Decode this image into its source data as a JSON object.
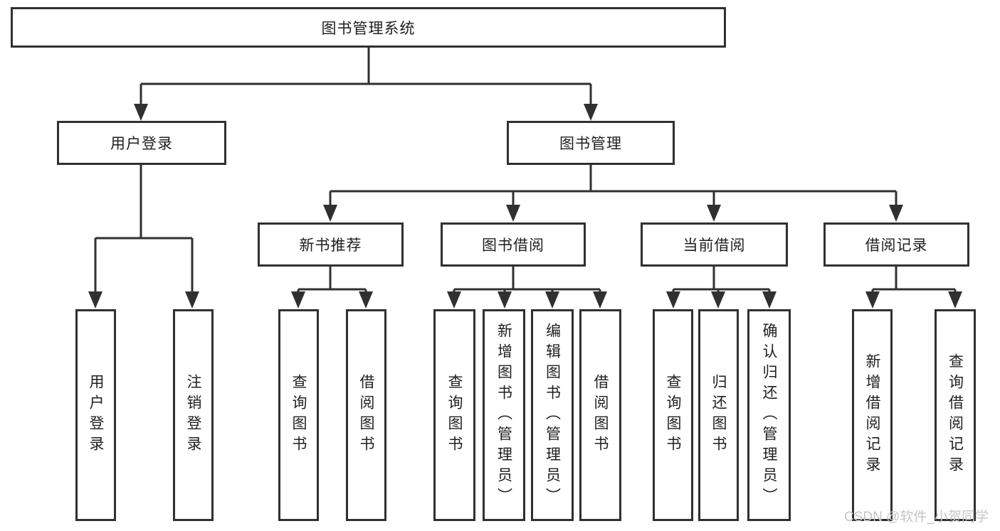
{
  "colors": {
    "line": "#303030",
    "text": "#1f1f1f",
    "watermark": "#c6c6c6",
    "background": "#ffffff"
  },
  "watermark": {
    "text": "CSDN @软件_小贺同学"
  },
  "tree": {
    "root": {
      "label": "图书管理系统"
    },
    "branches": [
      {
        "label": "用户登录",
        "children": [
          {
            "label": "用户登录"
          },
          {
            "label": "注销登录"
          }
        ]
      },
      {
        "label": "图书管理",
        "children": [
          {
            "label": "新书推荐",
            "children": [
              {
                "label": "查询图书"
              },
              {
                "label": "借阅图书"
              }
            ]
          },
          {
            "label": "图书借阅",
            "children": [
              {
                "label": "查询图书"
              },
              {
                "label": "新增图书（管理员）"
              },
              {
                "label": "编辑图书（管理员）"
              },
              {
                "label": "借阅图书"
              }
            ]
          },
          {
            "label": "当前借阅",
            "children": [
              {
                "label": "查询图书"
              },
              {
                "label": "归还图书"
              },
              {
                "label": "确认归还（管理员）"
              }
            ]
          },
          {
            "label": "借阅记录",
            "children": [
              {
                "label": "新增借阅记录"
              },
              {
                "label": "查询借阅记录"
              }
            ]
          }
        ]
      }
    ]
  }
}
